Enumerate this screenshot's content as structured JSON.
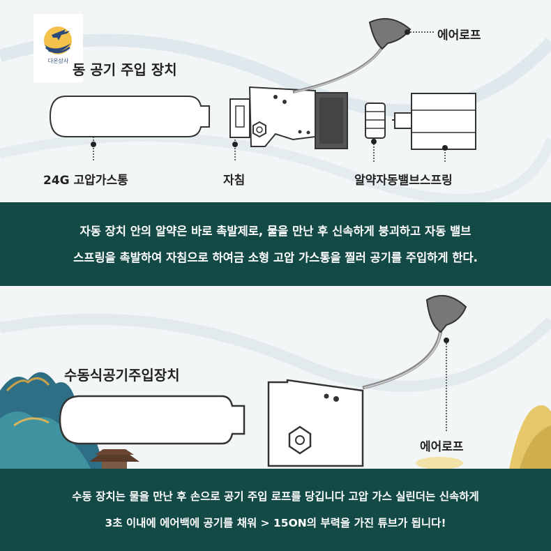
{
  "logo": {
    "caption": "다온상사"
  },
  "top_section": {
    "title": "동 공기 주입 장치",
    "labels": {
      "air_rope": "에어로프",
      "gas_tank": "24G 고압가스통",
      "needle": "자침",
      "valve_spring": "알약자동밸브스프링"
    }
  },
  "band1": {
    "line1": "자동 장치 안의 알약은 바로 촉발제로, 물을 만난 후 신속하게 붕괴하고 자동 밸브",
    "line2": "스프링을 촉발하여 자침으로 하여금 소형 고압 가스통을 찔러 공기를 주입하게 한다."
  },
  "bottom_section": {
    "title": "수동식공기주입장치",
    "labels": {
      "air_rope": "에어로프"
    }
  },
  "band2": {
    "line1": "수동 장치는 물을 만난 후 손으로 공기 주입 로프를 당깁니다 고압 가스 실린더는 신속하게",
    "line2": "3초 이내에 에어백에 공기를 채워 > 15ON의 부력을 가진 튜브가 됩니다!"
  },
  "colors": {
    "band": "#134a46",
    "ink": "#222222",
    "rubber": "#777777"
  }
}
